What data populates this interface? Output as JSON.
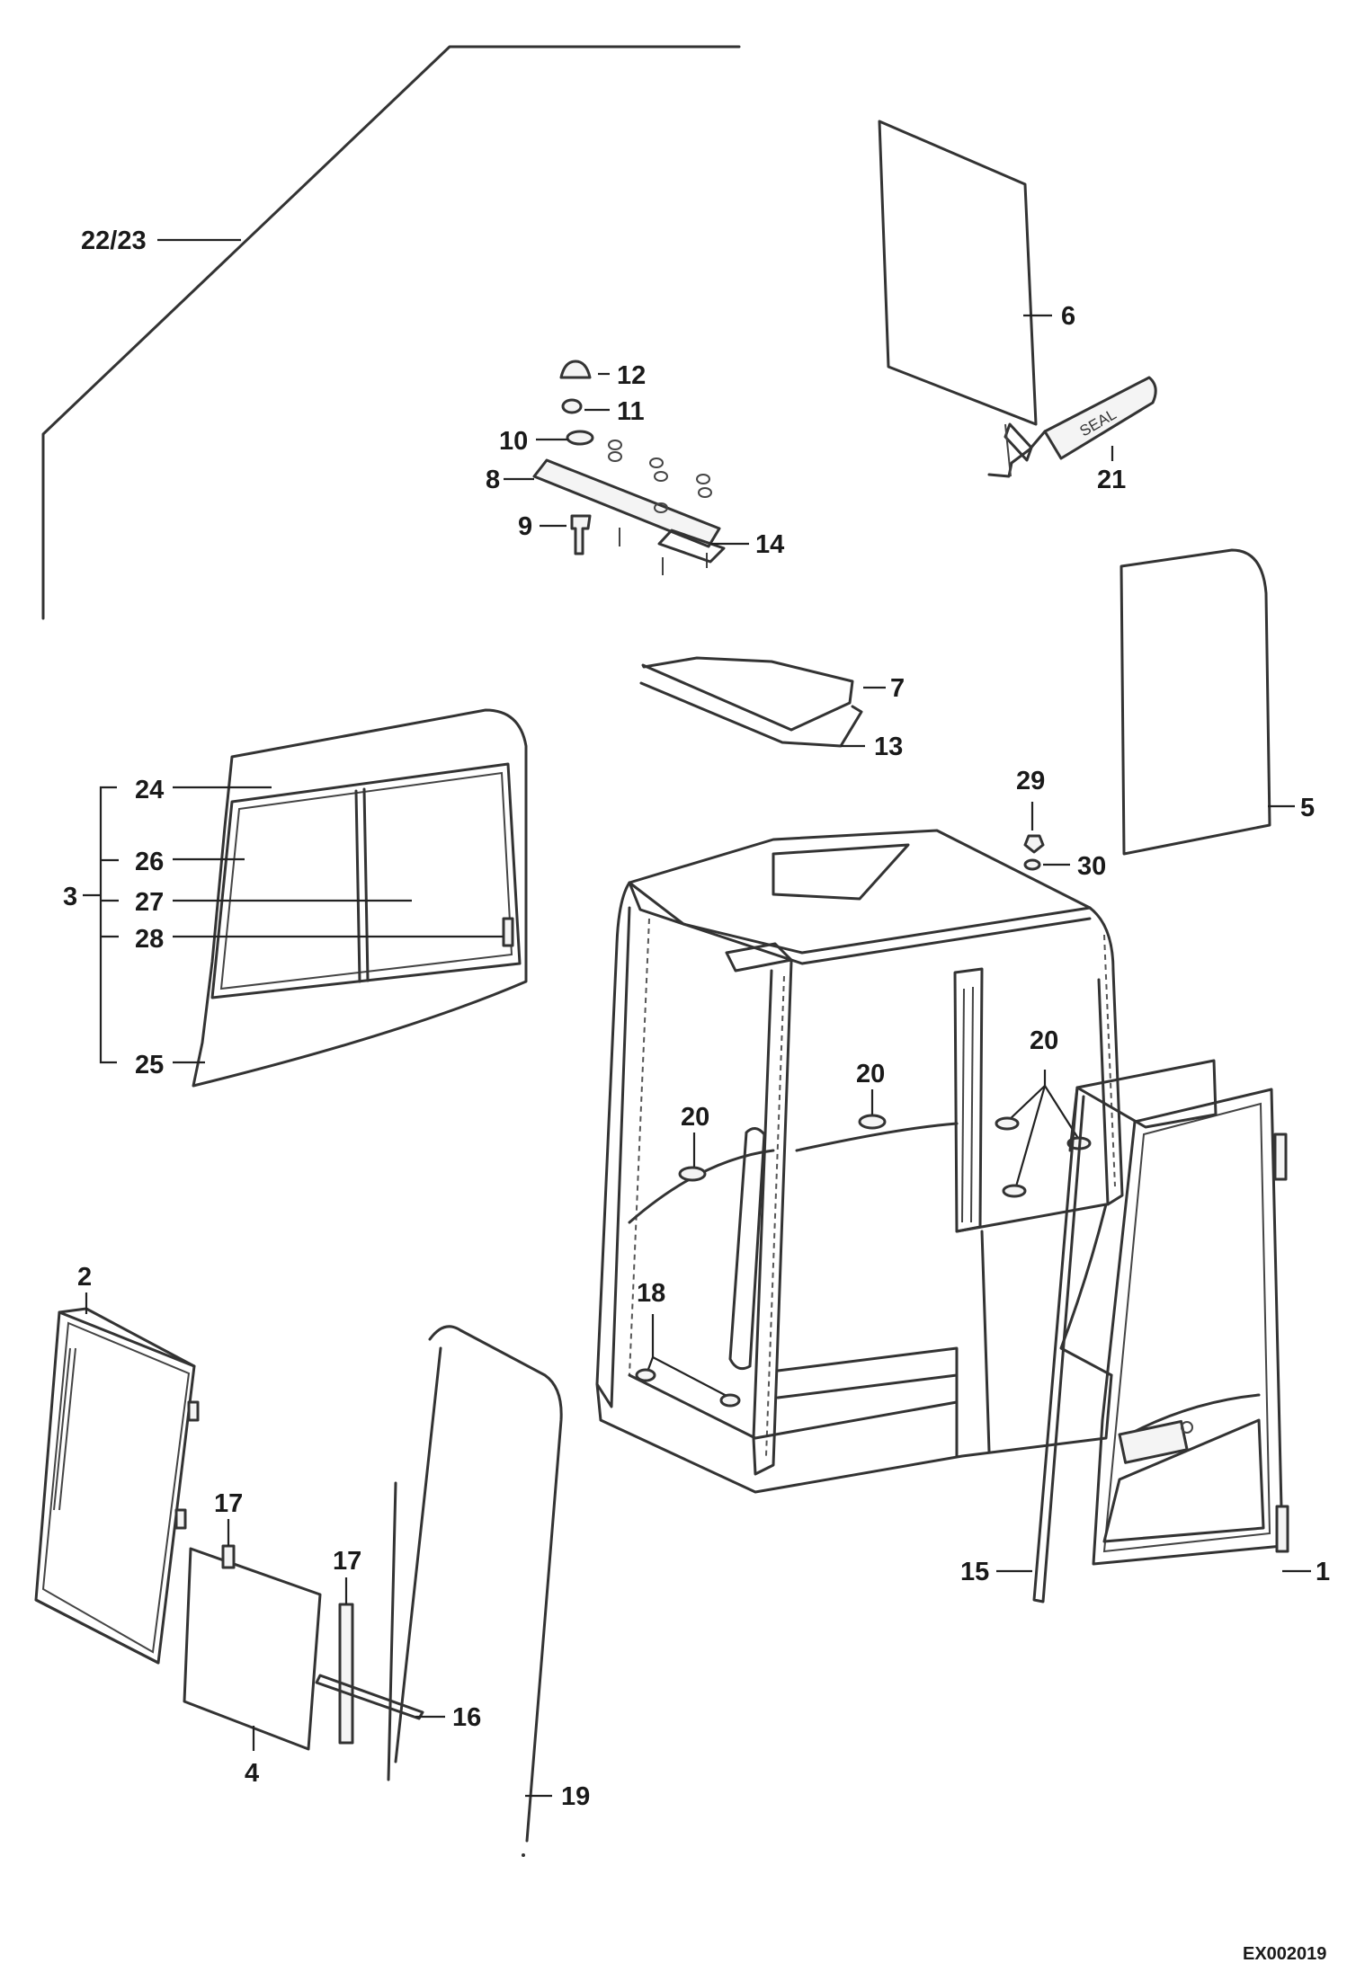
{
  "labels": {
    "l1": "1",
    "l2": "2",
    "l3": "3",
    "l4": "4",
    "l5": "5",
    "l6": "6",
    "l7": "7",
    "l8": "8",
    "l9": "9",
    "l10": "10",
    "l11": "11",
    "l12": "12",
    "l13": "13",
    "l14": "14",
    "l15": "15",
    "l16": "16",
    "l17a": "17",
    "l17b": "17",
    "l18": "18",
    "l19": "19",
    "l20a": "20",
    "l20b": "20",
    "l20c": "20",
    "l21": "21",
    "l22_23": "22/23",
    "l24": "24",
    "l25": "25",
    "l26": "26",
    "l27": "27",
    "l28": "28",
    "l29": "29",
    "l30": "30"
  },
  "seal_tube_text": "SEAL",
  "reference_code": "EX002019"
}
